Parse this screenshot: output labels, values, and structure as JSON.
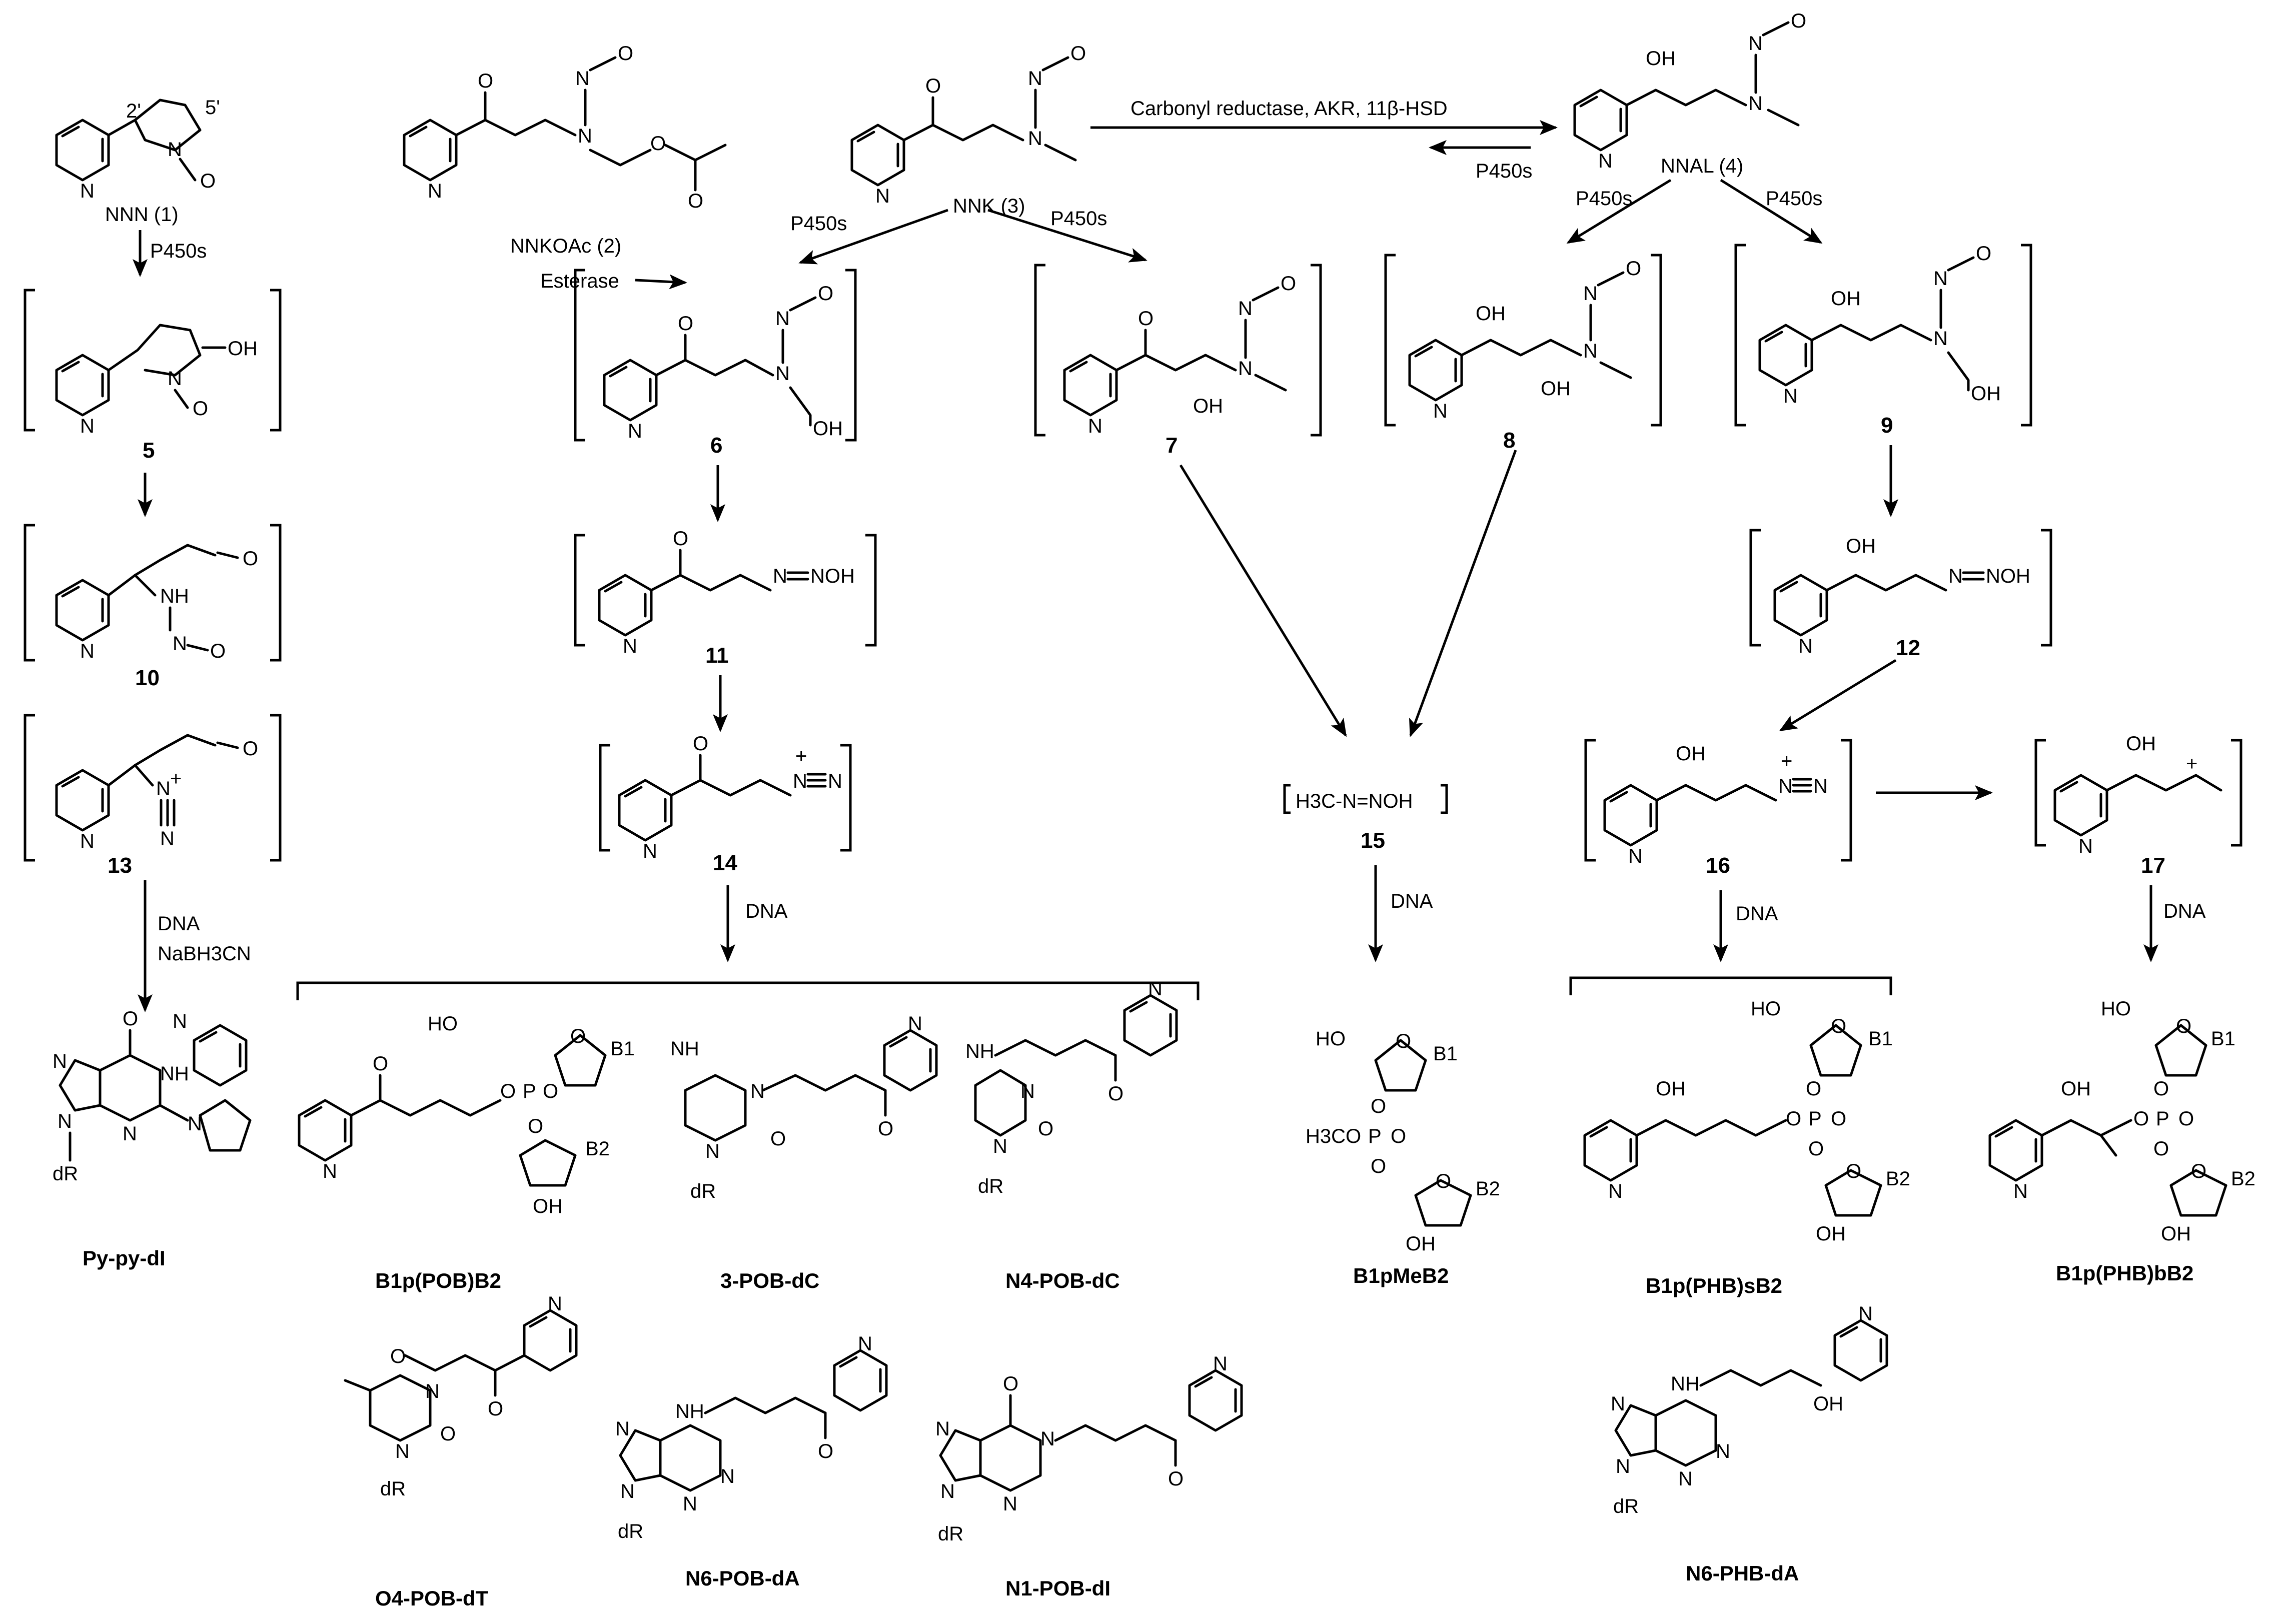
{
  "compounds": {
    "c1": "NNN (1)",
    "c2": "NNKOAc (2)",
    "c3": "NNK (3)",
    "c4": "NNAL (4)",
    "c5": "5",
    "c6": "6",
    "c7": "7",
    "c8": "8",
    "c9": "9",
    "c10": "10",
    "c11": "11",
    "c12": "12",
    "c13": "13",
    "c14": "14",
    "c15": "15",
    "c16": "16",
    "c17": "17",
    "methyldiazo": "H3C-N=NOH"
  },
  "enzymes": {
    "p450": "P450s",
    "esterase": "Esterase",
    "reductase": "Carbonyl reductase, AKR, 11β-HSD"
  },
  "reagents": {
    "dna": "DNA",
    "nabh3cn": "NaBH3CN"
  },
  "products": {
    "pypydi": "Py-py-dI",
    "b1pPOBb2": "B1p(POB)B2",
    "pob_dc3": "3-POB-dC",
    "pob_dcN4": "N4-POB-dC",
    "b1pmeb2": "B1pMeB2",
    "b1pPHBsb2": "B1p(PHB)sB2",
    "b1pPHBbb2": "B1p(PHB)bB2",
    "pob_dt": "O4-POB-dT",
    "pob_da": "N6-POB-dA",
    "pob_di": "N1-POB-dI",
    "phb_da": "N6-PHB-dA"
  },
  "atoms": {
    "N": "N",
    "O": "O",
    "OH": "OH",
    "NH": "NH",
    "NOH": "NOH",
    "HO": "HO",
    "H3CO": "H3C",
    "P": "P",
    "dR": "dR",
    "NH_imine": "NH",
    "B1": "B1",
    "B2": "B2",
    "plus": "+",
    "two_prime": "2'",
    "five_prime": "5'"
  }
}
